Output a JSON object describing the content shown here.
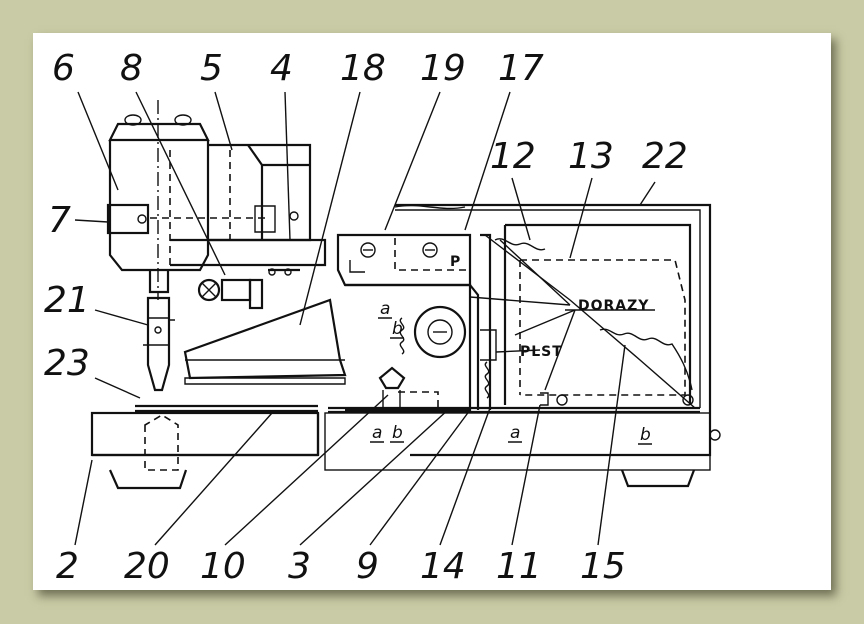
{
  "labels": {
    "n2": "2",
    "n3": "3",
    "n4": "4",
    "n5": "5",
    "n6": "6",
    "n7": "7",
    "n8": "8",
    "n9": "9",
    "n10": "10",
    "n11": "11",
    "n12": "12",
    "n13": "13",
    "n14": "14",
    "n15": "15",
    "n17": "17",
    "n18": "18",
    "n19": "19",
    "n20": "20",
    "n21": "21",
    "n22": "22",
    "n23": "23"
  },
  "annotations": {
    "dorazy": "DORAZY",
    "plst": "PLST",
    "p": "P",
    "a": "a",
    "b": "b"
  }
}
